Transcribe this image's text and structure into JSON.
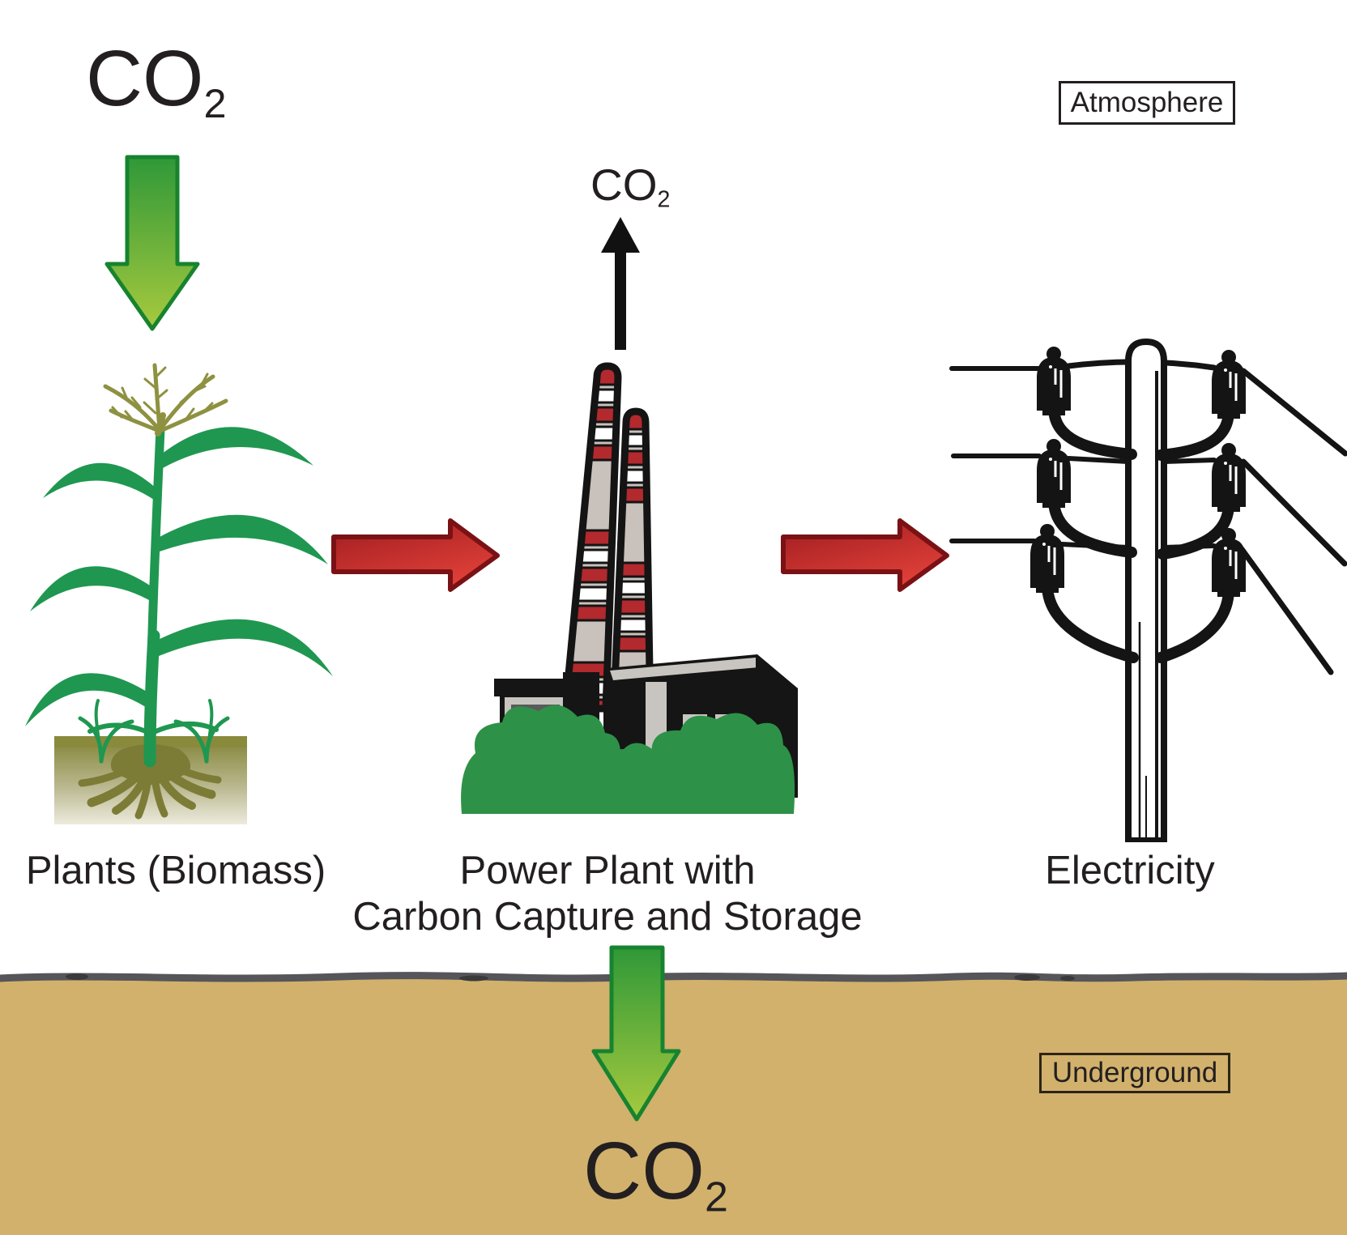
{
  "regions": {
    "atmosphere": {
      "label": "Atmosphere"
    },
    "underground": {
      "label": "Underground"
    }
  },
  "flows": {
    "co2_from_atmosphere": {
      "base": "CO",
      "sub": "2"
    },
    "co2_to_atmosphere": {
      "base": "CO",
      "sub": "2"
    },
    "co2_underground": {
      "base": "CO",
      "sub": "2"
    }
  },
  "nodes": {
    "plants": {
      "label": "Plants (Biomass)"
    },
    "power_plant": {
      "label_line1": "Power Plant with",
      "label_line2": "Carbon Capture and Storage"
    },
    "electricity": {
      "label": "Electricity"
    }
  },
  "colors": {
    "ink": "#231f20",
    "arrow_green_top": "#2f9838",
    "arrow_green_bottom": "#a7ca3e",
    "arrow_green_stroke": "#17832f",
    "arrow_red_dark": "#9f1c20",
    "arrow_red_light": "#e04038",
    "arrow_red_stroke": "#7a1215",
    "plant_green": "#1f9750",
    "bush_green": "#2e9148",
    "soil_olive": "#7c7c37",
    "underground_tan": "#d1b16c",
    "chimney_red": "#b2292e",
    "ground_line": "#55555a"
  }
}
